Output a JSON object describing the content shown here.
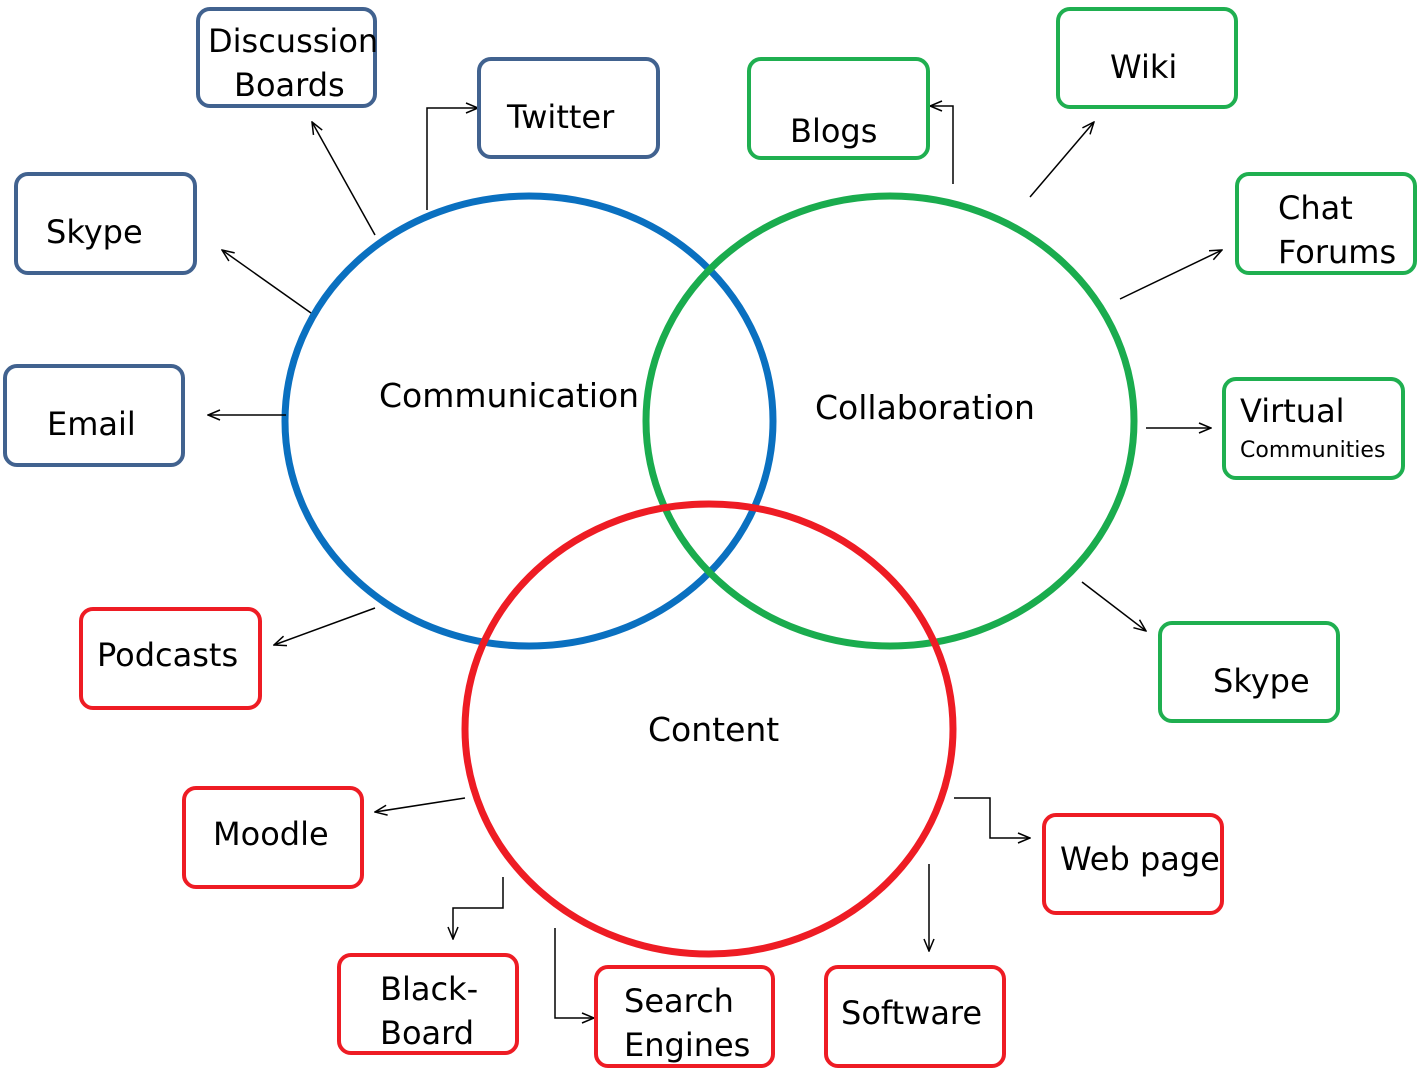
{
  "colors": {
    "communication": "#0a70c0",
    "collaboration": "#1aac4e",
    "content": "#ee1c24",
    "communication_box": "#41628f",
    "collaboration_box": "#1faf50",
    "content_box": "#ee1c24",
    "arrow": "#000000"
  },
  "circles": {
    "communication": "Communication",
    "collaboration": "Collaboration",
    "content": "Content"
  },
  "communication_items": {
    "discussion_1": "Discussion",
    "discussion_2": "Boards",
    "twitter": "Twitter",
    "skype": "Skype",
    "email": "Email"
  },
  "collaboration_items": {
    "blogs": "Blogs",
    "wiki": "Wiki",
    "chat_1": "Chat",
    "chat_2": "Forums",
    "virtual_1": "Virtual",
    "virtual_2": "Communities",
    "skype": "Skype"
  },
  "content_items": {
    "podcasts": "Podcasts",
    "moodle": "Moodle",
    "webpage": "Web page",
    "blackboard_1": "Black-",
    "blackboard_2": "Board",
    "search_1": "Search",
    "search_2": "Engines",
    "software": "Software"
  }
}
